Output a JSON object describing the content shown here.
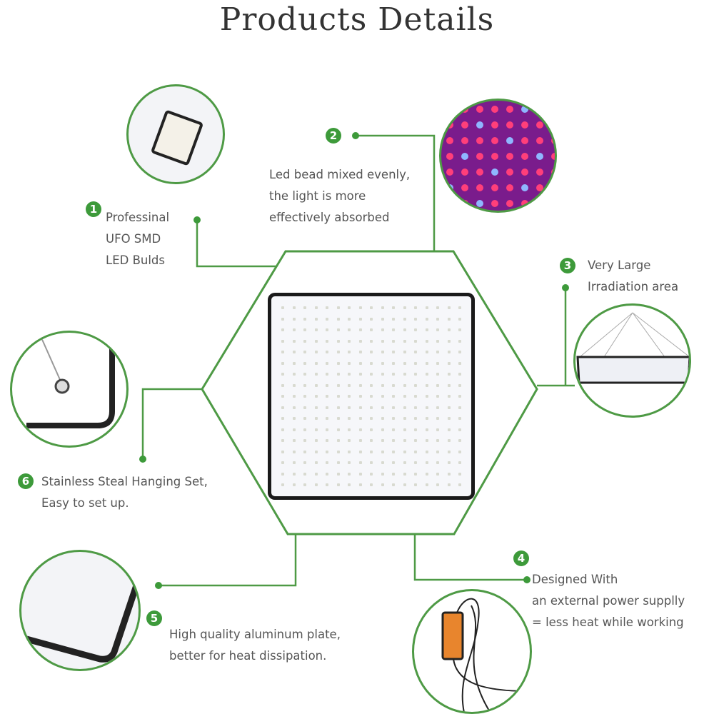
{
  "title": "Products Details",
  "accent_color": "#3d9a3a",
  "features": [
    {
      "number": "1",
      "lines": [
        "Professinal",
        "UFO SMD",
        "LED Bulds"
      ]
    },
    {
      "number": "2",
      "lines": [
        "Led bead mixed evenly,",
        "the light is more",
        "effectively absorbed"
      ]
    },
    {
      "number": "3",
      "lines": [
        "Very Large",
        "Irradiation area"
      ]
    },
    {
      "number": "4",
      "lines": [
        "Designed With",
        "an external power supplly",
        "= less heat while working"
      ]
    },
    {
      "number": "5",
      "lines": [
        "High quality aluminum plate,",
        "better for heat dissipation."
      ]
    },
    {
      "number": "6",
      "lines": [
        "Stainless Steal Hanging Set,",
        "Easy to set up."
      ]
    }
  ]
}
